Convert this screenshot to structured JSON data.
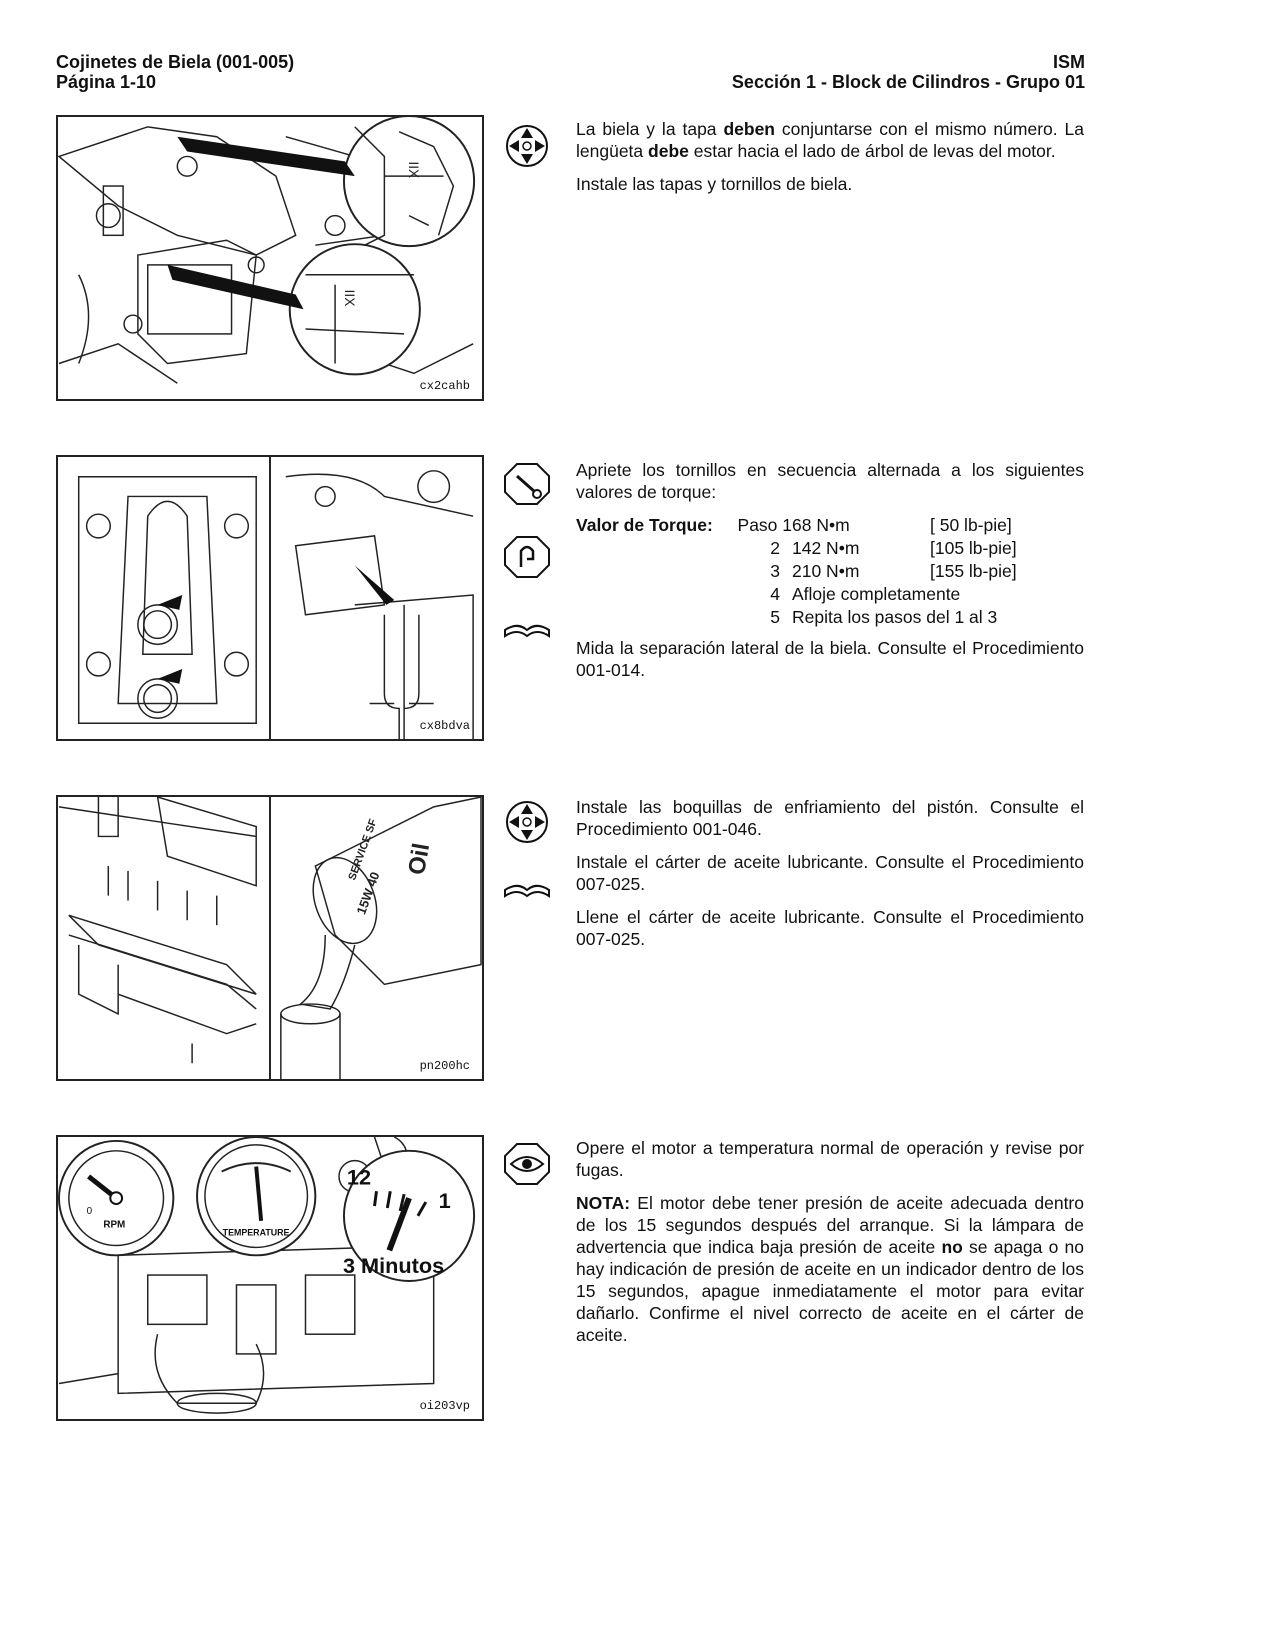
{
  "header": {
    "left_line1": "Cojinetes de Biela (001-005)",
    "left_line2": "Página 1-10",
    "right_line1": "ISM",
    "right_line2": "Sección 1 - Block de Cilindros - Grupo 01"
  },
  "figures": [
    {
      "code": "cx2cahb"
    },
    {
      "code": "cx8bdva"
    },
    {
      "code": "pn200hc"
    },
    {
      "code": "oi203vp",
      "labels": {
        "rpm": "RPM",
        "zero": "0",
        "temp": "TEMPERATURE",
        "twelve": "12",
        "one": "1",
        "minutes": "3 Minutos"
      }
    },
    {
      "labels_oil": {
        "service": "SERVICE SF",
        "grade": "15W 40",
        "oil": "Oil"
      }
    }
  ],
  "section1": {
    "p1_a": "La biela y la tapa ",
    "p1_b": "deben",
    "p1_c": " conjuntarse con el mismo número. La lengüeta ",
    "p1_d": "debe",
    "p1_e": " estar hacia el lado de árbol de levas del motor.",
    "p2": "Instale las tapas y tornillos de biela."
  },
  "section2": {
    "intro": "Apriete los tornillos en secuencia alternada a los siguientes valores de torque:",
    "torque_label": "Valor de Torque:",
    "rows": [
      {
        "step": "Paso 1",
        "nm": "68 N•m",
        "lb": "[ 50  lb-pie]"
      },
      {
        "step": "2",
        "nm": "142 N•m",
        "lb": "[105  lb-pie]"
      },
      {
        "step": "3",
        "nm": "210 N•m",
        "lb": "[155  lb-pie]"
      },
      {
        "step": "4",
        "text": "Afloje completamente"
      },
      {
        "step": "5",
        "text": "Repita los pasos del 1 al 3"
      }
    ],
    "p2": "Mida la separación lateral de la biela. Consulte el Procedimiento 001-014."
  },
  "section3": {
    "p1": "Instale las boquillas de enfriamiento del pistón. Consulte el Procedimiento 001-046.",
    "p2": "Instale el cárter de aceite lubricante. Consulte el Procedimiento 007-025.",
    "p3": "Llene el cárter de aceite lubricante. Consulte el Procedimiento 007-025."
  },
  "section4": {
    "p1": "Opere el motor a temperatura normal de operación y revise por fugas.",
    "note_label": "NOTA:",
    "note_a": " El motor debe tener presión de aceite adecuada dentro de los 15 segundos después del arranque. Si la lámpara de advertencia que indica baja presión de aceite ",
    "note_b": "no",
    "note_c": " se apaga o no hay indicación de presión de aceite en un indicador dentro de los 15 segundos, apague inmediatamente el motor para evitar dañarlo. Confirme el nivel correcto de aceite en el cárter de aceite."
  },
  "icons": [
    "assembly-icon",
    "torque-wrench-icon",
    "hand-tighten-icon",
    "reference-book-icon",
    "assembly-icon",
    "reference-book-icon",
    "inspect-eye-icon"
  ]
}
